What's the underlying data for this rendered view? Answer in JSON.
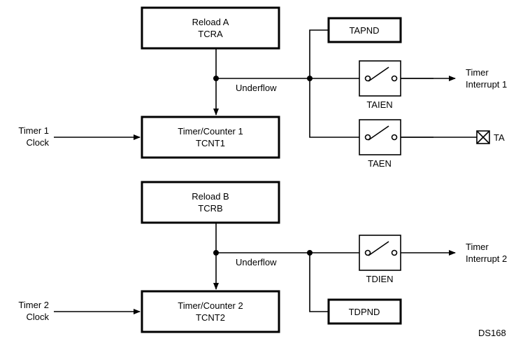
{
  "timer_a": {
    "reload_line1": "Reload A",
    "reload_line2": "TCRA",
    "counter_line1": "Timer/Counter 1",
    "counter_line2": "TCNT1",
    "clock_line1": "Timer 1",
    "clock_line2": "Clock",
    "underflow": "Underflow",
    "pending_flag": "TAPND",
    "interrupt_enable": "TAIEN",
    "output_enable": "TAEN",
    "interrupt_line1": "Timer",
    "interrupt_line2": "Interrupt 1",
    "output_pin": "TA"
  },
  "timer_b": {
    "reload_line1": "Reload B",
    "reload_line2": "TCRB",
    "counter_line1": "Timer/Counter 2",
    "counter_line2": "TCNT2",
    "clock_line1": "Timer 2",
    "clock_line2": "Clock",
    "underflow": "Underflow",
    "pending_flag": "TDPND",
    "interrupt_enable": "TDIEN",
    "interrupt_line1": "Timer",
    "interrupt_line2": "Interrupt 2"
  },
  "figure_id": "DS168"
}
